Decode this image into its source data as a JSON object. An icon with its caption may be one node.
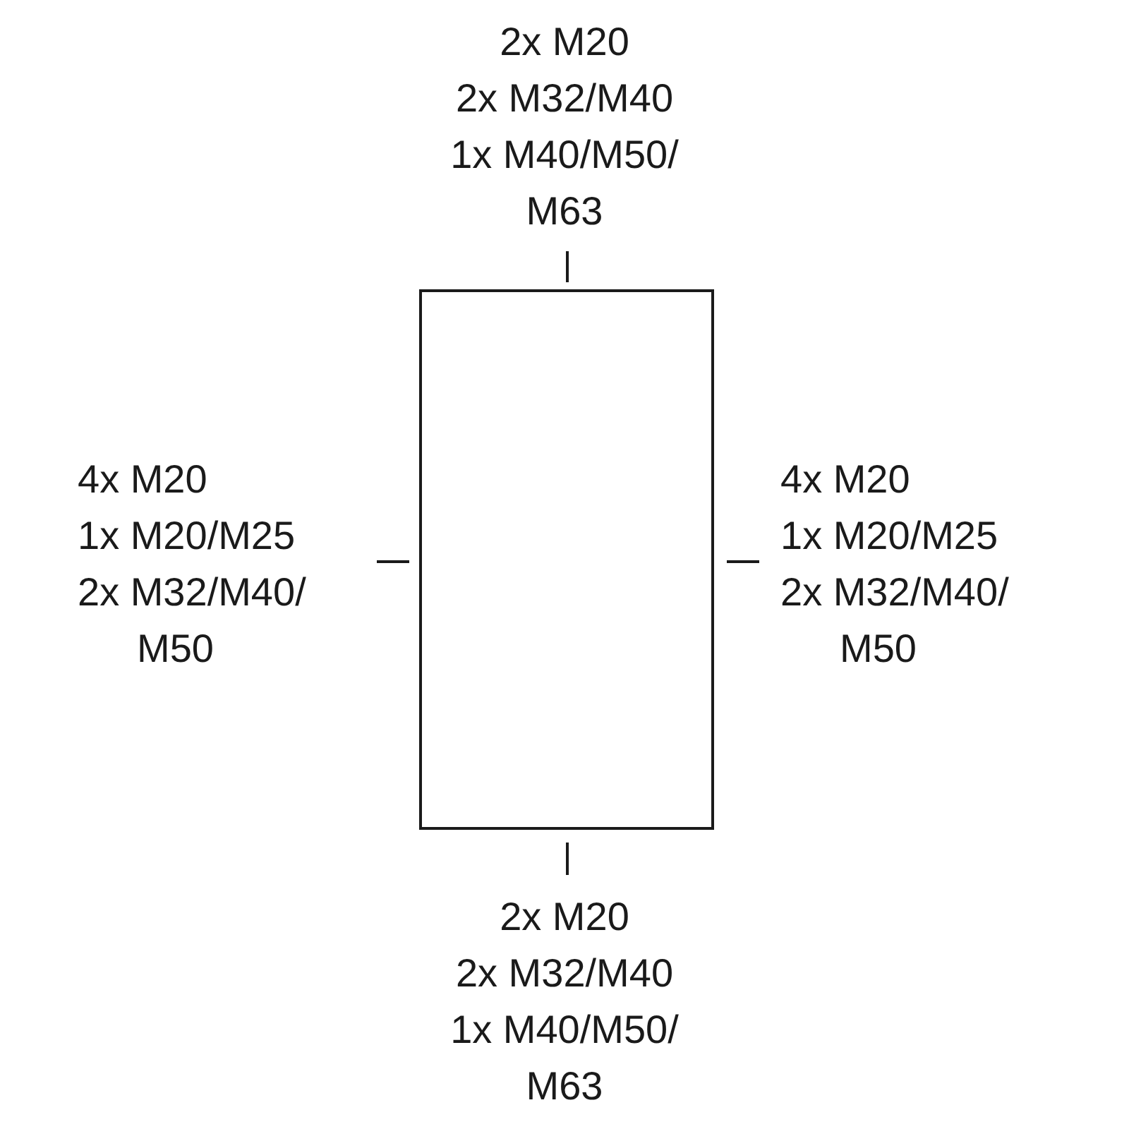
{
  "diagram": {
    "nodes": [
      {
        "text": [],
        "shape": "box"
      }
    ],
    "labels": [
      "2x M20",
      "2x M32/M40",
      "1x M40/M50/ M63",
      "4x M20",
      "1x M20/M25",
      "2x M32/M40/ M50",
      "4x M20",
      "1x M20/M25",
      "2x M32/M40/ M50",
      "2x M20",
      "2x M32/M40",
      "1x M40/M50/ M63"
    ]
  }
}
